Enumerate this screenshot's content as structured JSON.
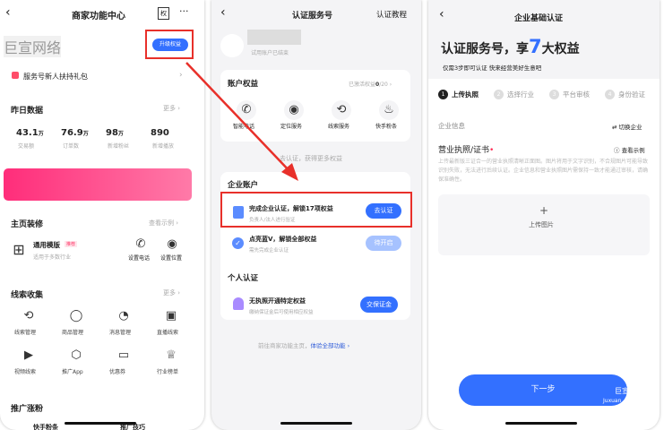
{
  "p1": {
    "title": "商家功能中心",
    "badge": "权",
    "more": "···",
    "company": "巨宣网络",
    "upgrade": "升级权益",
    "gift": "服务号新人扶持礼包",
    "yday": "昨日数据",
    "more_link": "更多 ›",
    "stats": [
      {
        "v": "43.1",
        "u": "万",
        "l": "交易额"
      },
      {
        "v": "76.9",
        "u": "万",
        "l": "订单数"
      },
      {
        "v": "98",
        "u": "万",
        "l": "新增粉丝"
      },
      {
        "v": "890",
        "u": "",
        "l": "新增播放"
      }
    ],
    "deco": "主页装修",
    "example": "查看示例 ›",
    "tpl": "通用模版",
    "tpl_tag": "推荐",
    "tpl_sub": "适用于多数行业",
    "phone": "设置电话",
    "loc": "设置位置",
    "leads": "线索收集",
    "grid": [
      {
        "i": "⟲",
        "l": "线索管理"
      },
      {
        "i": "◯",
        "l": "商品管理"
      },
      {
        "i": "◔",
        "l": "消息管理"
      },
      {
        "i": "▣",
        "l": "直播线索"
      },
      {
        "i": "▶",
        "l": "视频线索"
      },
      {
        "i": "⬡",
        "l": "推广App"
      },
      {
        "i": "▭",
        "l": "优惠券"
      },
      {
        "i": "♕",
        "l": "行业榜单"
      }
    ],
    "promo": "推广涨粉",
    "promo_items": [
      "快手粉条",
      "推广技巧"
    ]
  },
  "p2": {
    "title": "认证服务号",
    "tutorial": "认证教程",
    "trial": "试用账户已结束",
    "rights": "账户权益",
    "activated": "已激活权益",
    "count": "0",
    "total": "/20 ›",
    "rights_items": [
      {
        "i": "✆",
        "l": "智能电话"
      },
      {
        "i": "◉",
        "l": "定位服务"
      },
      {
        "i": "⟲",
        "l": "线索服务"
      },
      {
        "i": "♨",
        "l": "快手粉条"
      }
    ],
    "hint": "去认证，获得更多权益",
    "ent": "企业账户",
    "e1": {
      "t": "完成企业认证，解锁17项权益",
      "s": "负责人/法人进行验证",
      "b": "去认证"
    },
    "e2": {
      "t": "点亮蓝V，解锁全部权益",
      "s": "需先完成企业认证",
      "b": "待开启"
    },
    "personal": "个人认证",
    "p1": {
      "t": "无执照开通特定权益",
      "s": "缴纳保证金后可使用相应权益",
      "b": "交保证金"
    },
    "footer": "前往商家功能主页，",
    "footer_link": "体验全部功能 ›"
  },
  "p3": {
    "title": "企业基础认证",
    "hero_a": "认证服务号，享",
    "hero_n": "7",
    "hero_b": "大权益",
    "sub": "仅需3步即可认证 快来经营美好生意吧",
    "steps": [
      {
        "n": "1",
        "l": "上传执照"
      },
      {
        "n": "2",
        "l": "选择行业"
      },
      {
        "n": "3",
        "l": "平台审核"
      },
      {
        "n": "4",
        "l": "身份验证"
      }
    ],
    "info": "企业信息",
    "switch": "⇄ 切换企业",
    "lic": "营业执照/证书",
    "req": "•",
    "sample": "ⓘ 查看示例",
    "desc": "上传最新版三证合一的营业执照清晰正面图。图片将用于文字识别，不合规图片可能导致识别失败，无法进行后续认证。企业信息和营业执照图片需保持一致才能通过审核，请确保准确性。",
    "plus": "+",
    "upload": "上传图片",
    "next": "下一步",
    "wm1": "巨宣",
    "wm2": "Juxuan"
  }
}
